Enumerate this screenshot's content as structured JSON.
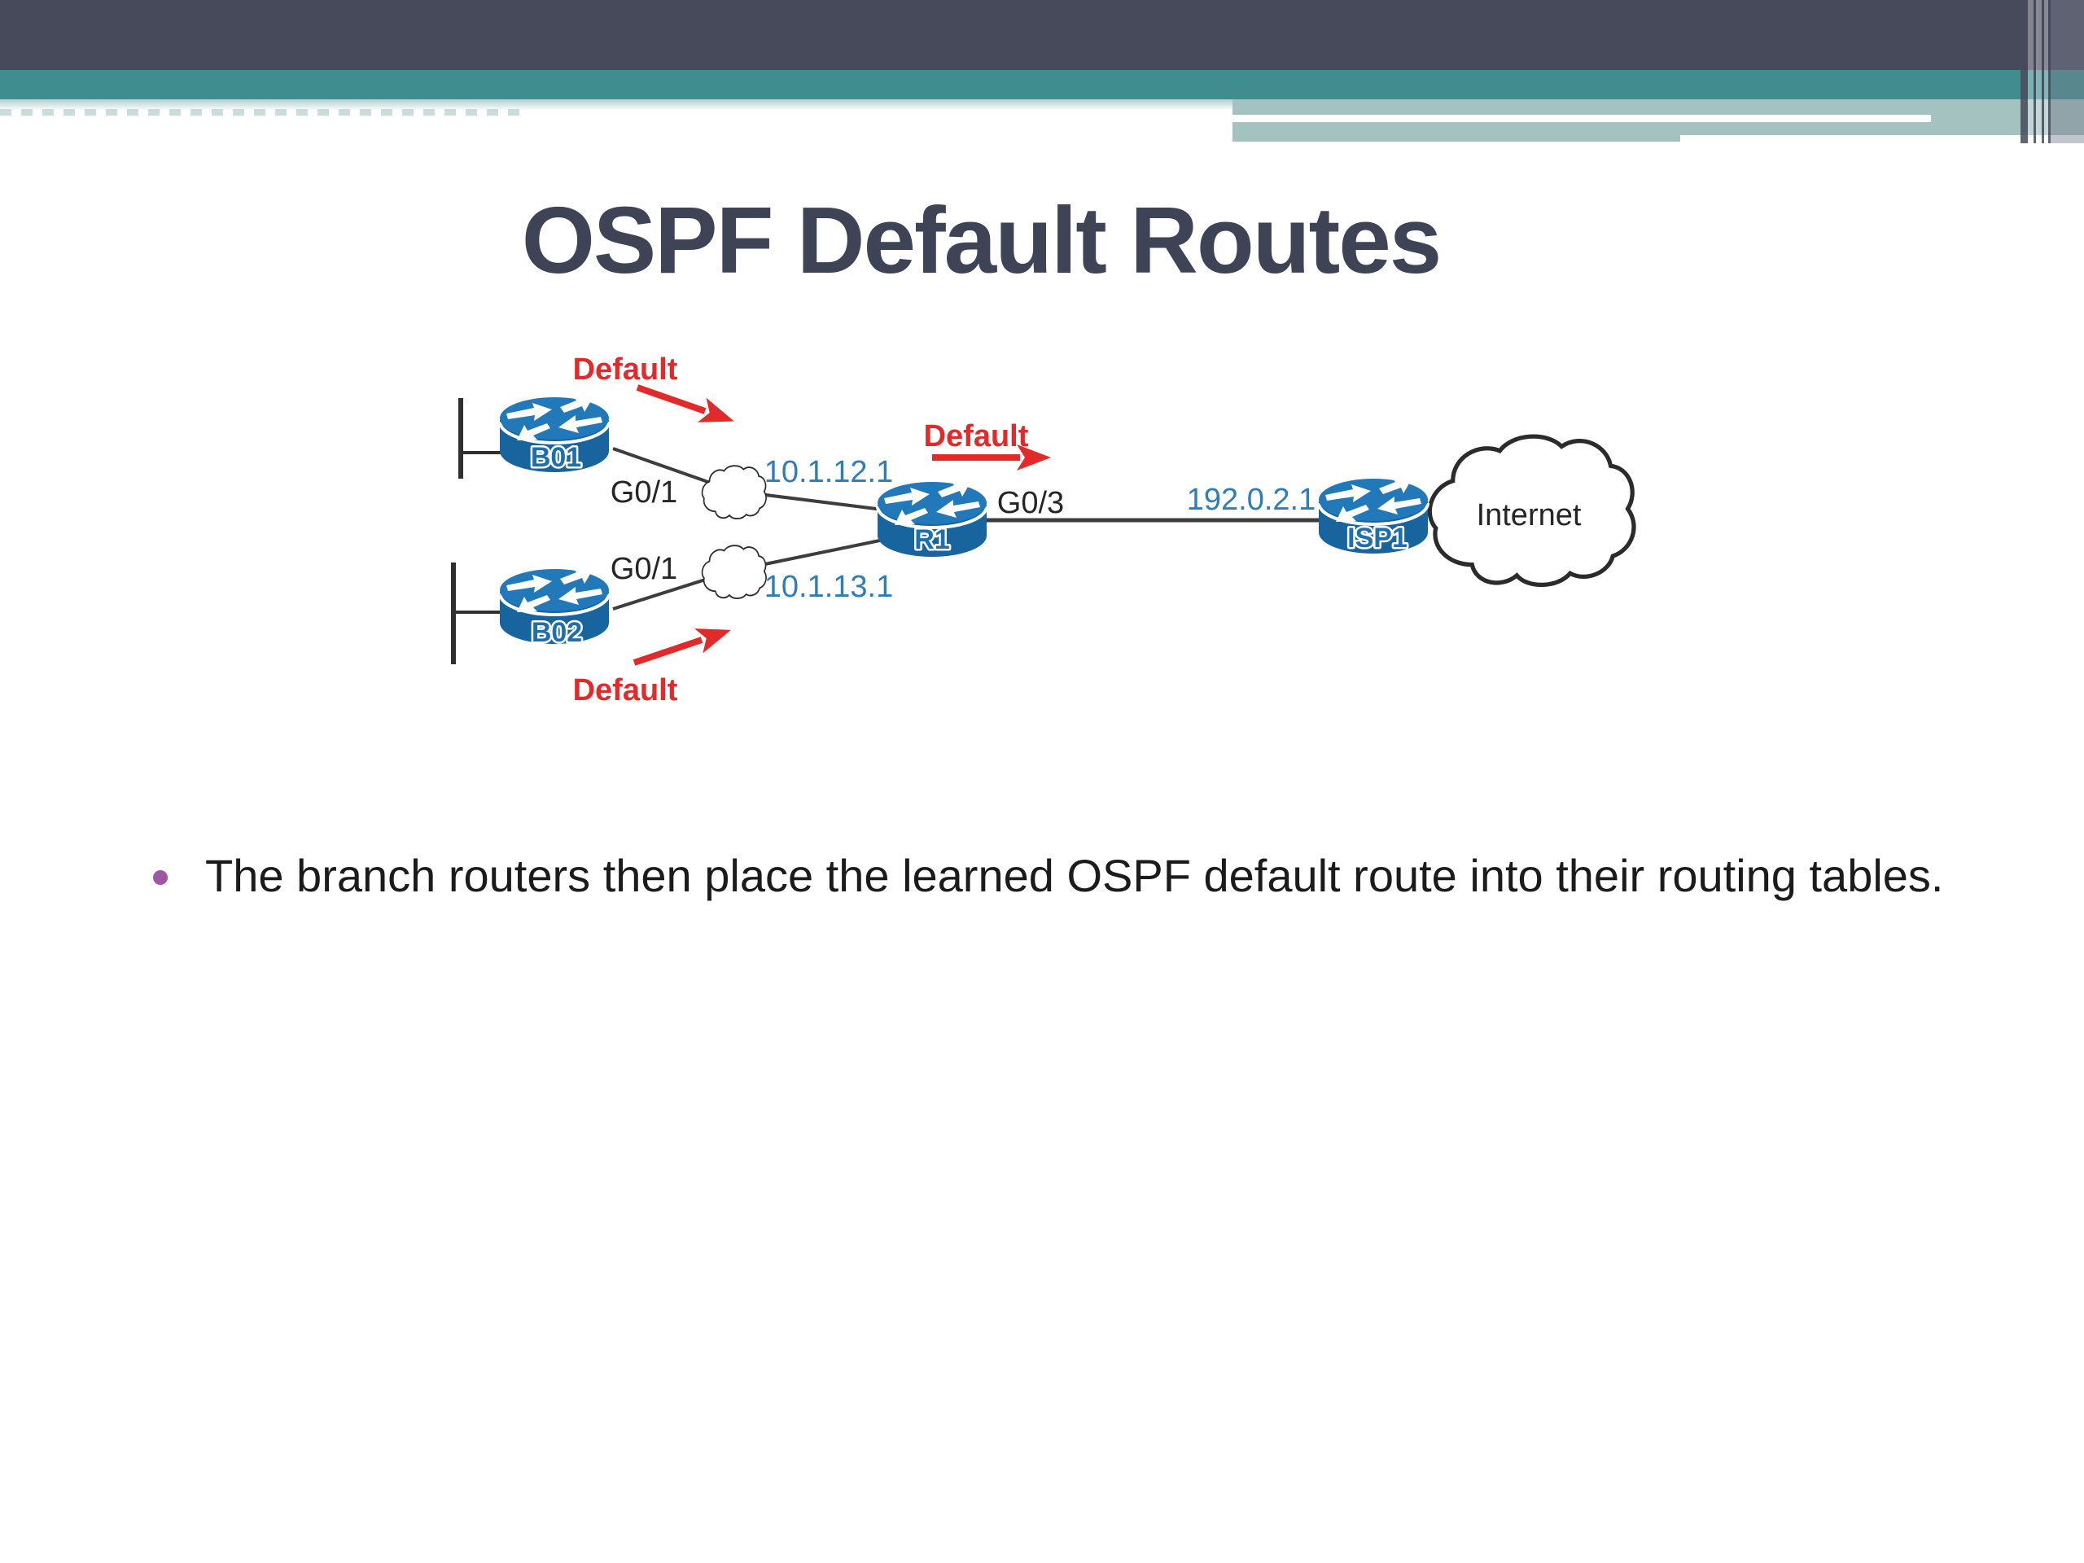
{
  "slide": {
    "title": "OSPF Default Routes",
    "bullets": [
      {
        "text": "The branch routers then place the learned OSPF default route into their routing tables."
      }
    ]
  },
  "diagram": {
    "devices": {
      "b01": "B01",
      "b02": "B02",
      "r1": "R1",
      "isp1": "ISP1"
    },
    "labels": {
      "default_b01": "Default",
      "default_r1": "Default",
      "default_b02": "Default",
      "g01_b01": "G0/1",
      "g01_b02": "G0/1",
      "g03_r1": "G0/3",
      "ip_wan1": "10.1.12.1",
      "ip_wan2": "10.1.13.1",
      "ip_isp": "192.0.2.1",
      "internet": "Internet"
    }
  },
  "theme": {
    "header_navy": "#474a5b",
    "header_teal": "#3f8d8f",
    "header_light_teal": "#a3c2c0",
    "title_color": "#3e4456",
    "router_blue": "#1d6fb0",
    "ip_label_blue": "#2e7cb8",
    "alert_red": "#e22a2b",
    "bullet_purple": "#a155a5",
    "body_text": "#1b1b1b"
  }
}
